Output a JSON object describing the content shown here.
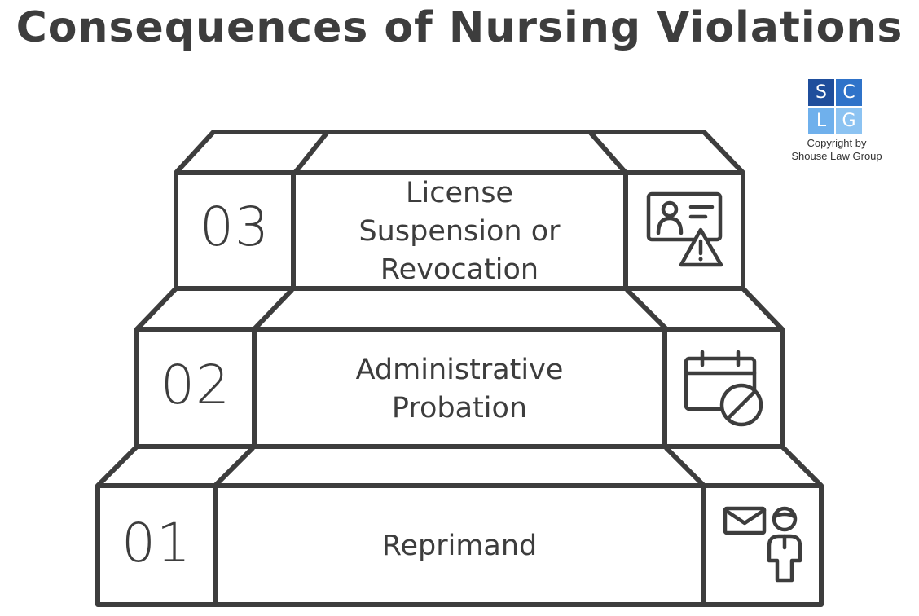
{
  "title": "Consequences of Nursing Violations",
  "logo": {
    "letters": [
      "S",
      "C",
      "L",
      "G"
    ],
    "colors": [
      "#1f4e9c",
      "#2f73c9",
      "#6fb0ec",
      "#8cc3f2"
    ],
    "copyright_line1": "Copyright by",
    "copyright_line2": "Shouse Law Group"
  },
  "steps": [
    {
      "number": "01",
      "lines": [
        "Reprimand"
      ],
      "icon": "envelope-person-icon"
    },
    {
      "number": "02",
      "lines": [
        "Administrative",
        "Probation"
      ],
      "icon": "calendar-prohibited-icon"
    },
    {
      "number": "03",
      "lines": [
        "License",
        "Suspension or",
        "Revocation"
      ],
      "icon": "license-warning-icon"
    }
  ]
}
